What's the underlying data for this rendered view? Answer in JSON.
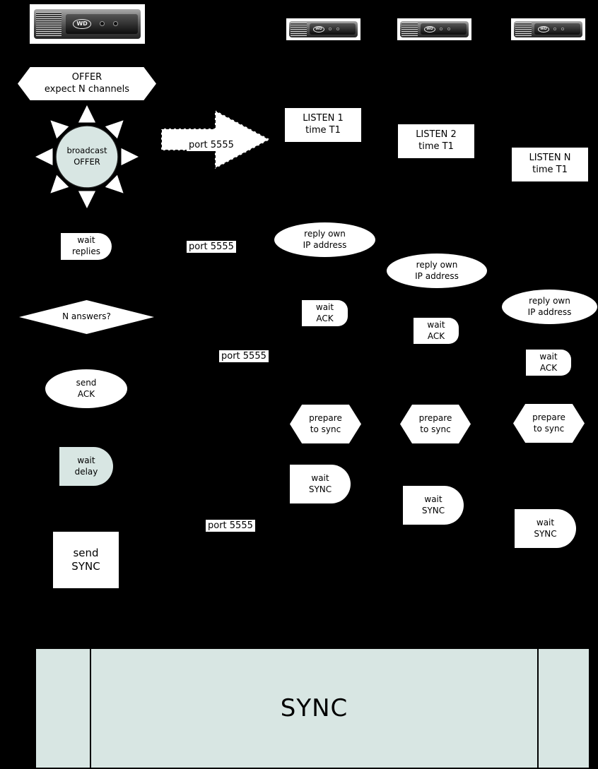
{
  "colors": {
    "background": "#000000",
    "shape": "#ffffff",
    "accent": "#d8e6e3",
    "text": "#000000"
  },
  "devices": {
    "logo": "WD"
  },
  "server": {
    "offer": {
      "l1": "OFFER",
      "l2": "expect N channels"
    },
    "broadcast": {
      "l1": "broadcast",
      "l2": "OFFER"
    },
    "wait_replies": {
      "l1": "wait",
      "l2": "replies"
    },
    "n_answers": "N answers?",
    "send_ack": {
      "l1": "send",
      "l2": "ACK"
    },
    "wait_delay": {
      "l1": "wait",
      "l2": "delay"
    },
    "send_sync": {
      "l1": "send",
      "l2": "SYNC"
    }
  },
  "ports": {
    "arrow": "port 5555",
    "p1": "port 5555",
    "p2": "port 5555",
    "p3": "port 5555"
  },
  "clients": [
    {
      "listen": {
        "l1": "LISTEN 1",
        "l2": "time T1"
      },
      "reply": {
        "l1": "reply own",
        "l2": "IP address"
      },
      "wait_ack": {
        "l1": "wait",
        "l2": "ACK"
      },
      "prepare": {
        "l1": "prepare",
        "l2": "to sync"
      },
      "wait_sync": {
        "l1": "wait",
        "l2": "SYNC"
      }
    },
    {
      "listen": {
        "l1": "LISTEN 2",
        "l2": "time T1"
      },
      "reply": {
        "l1": "reply own",
        "l2": "IP address"
      },
      "wait_ack": {
        "l1": "wait",
        "l2": "ACK"
      },
      "prepare": {
        "l1": "prepare",
        "l2": "to sync"
      },
      "wait_sync": {
        "l1": "wait",
        "l2": "SYNC"
      }
    },
    {
      "listen": {
        "l1": "LISTEN N",
        "l2": "time T1"
      },
      "reply": {
        "l1": "reply own",
        "l2": "IP address"
      },
      "wait_ack": {
        "l1": "wait",
        "l2": "ACK"
      },
      "prepare": {
        "l1": "prepare",
        "l2": "to sync"
      },
      "wait_sync": {
        "l1": "wait",
        "l2": "SYNC"
      }
    }
  ],
  "sync_bar": {
    "label": "SYNC"
  }
}
